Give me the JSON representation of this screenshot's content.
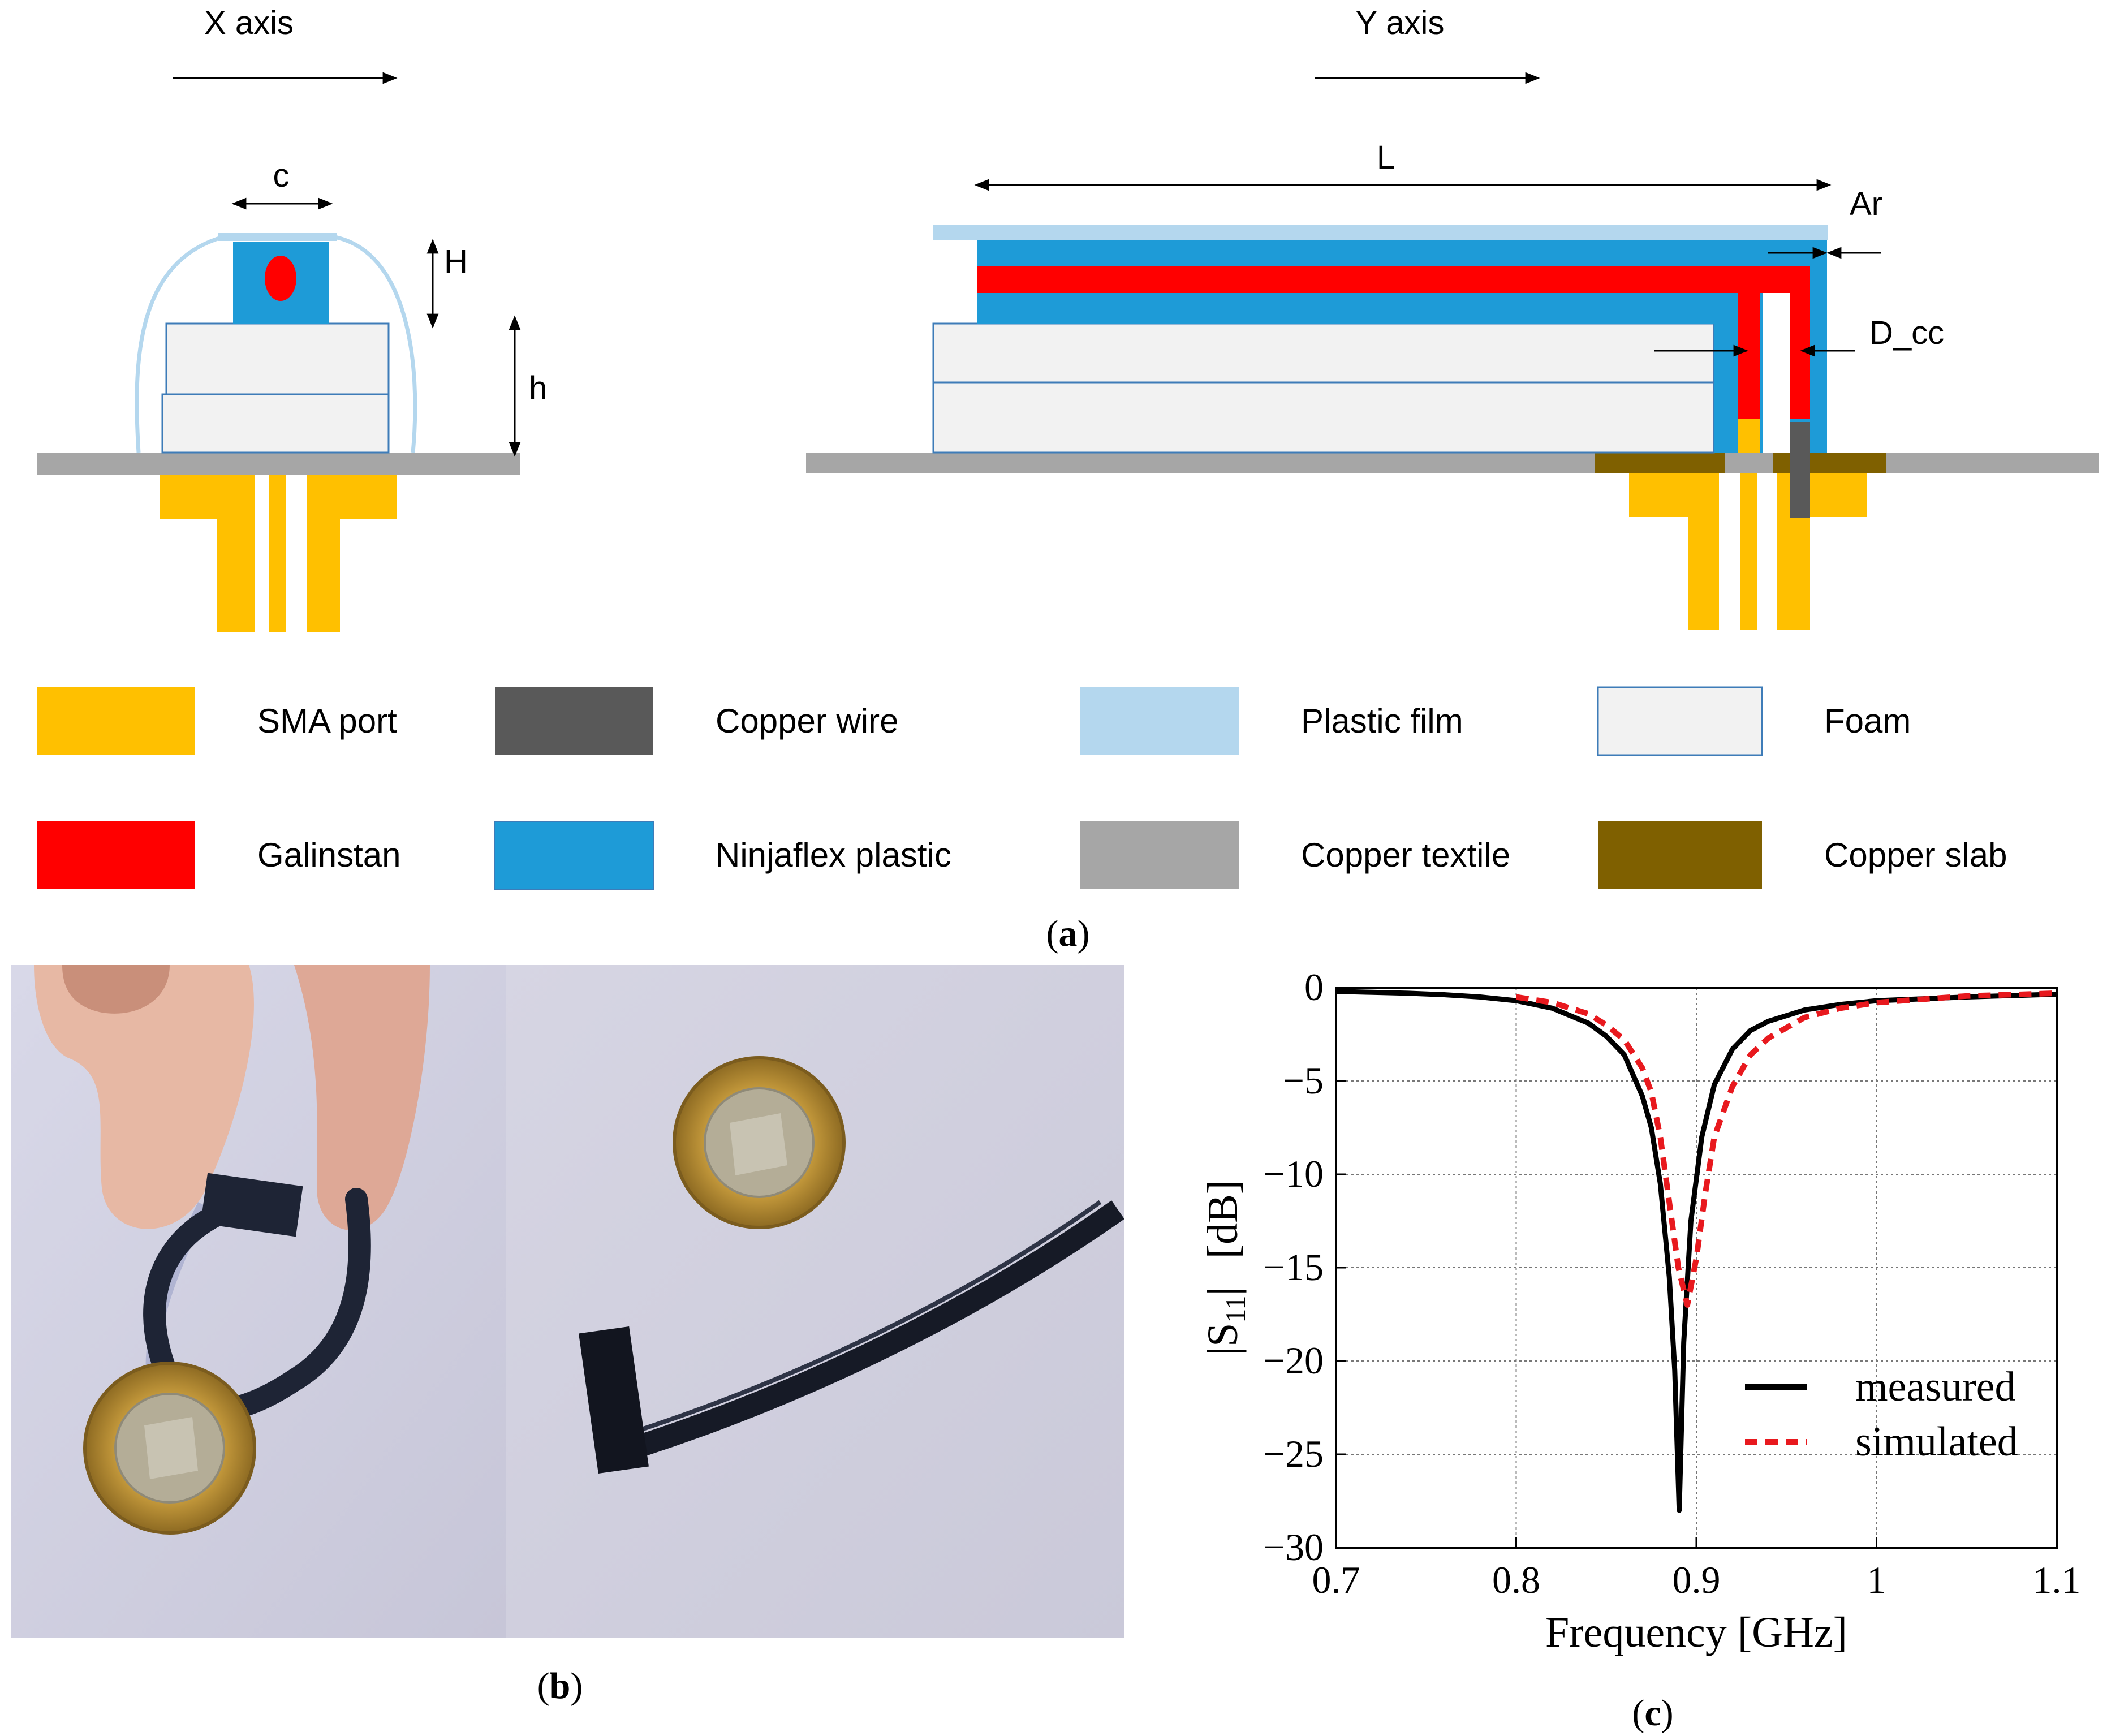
{
  "diagram": {
    "x_axis_label": "X axis",
    "y_axis_label": "Y axis",
    "dims": {
      "c": "c",
      "H": "H",
      "h": "h",
      "L": "L",
      "Ar": "Ar",
      "D_cc": "D_cc"
    }
  },
  "legend": [
    {
      "label": "SMA port",
      "color": "#FFC000"
    },
    {
      "label": "Copper wire",
      "color": "#595959"
    },
    {
      "label": "Plastic film",
      "color": "#B4D7EE"
    },
    {
      "label": "Foam",
      "color": "#F2F2F2"
    },
    {
      "label": "Galinstan",
      "color": "#FF0000"
    },
    {
      "label": "Ninjaflex plastic",
      "color": "#1E9BD7"
    },
    {
      "label": "Copper textile",
      "color": "#A6A6A6"
    },
    {
      "label": "Copper slab",
      "color": "#7F6000"
    }
  ],
  "captions": {
    "a": "a",
    "b": "b",
    "c": "c"
  },
  "photo": {
    "description_icons": [
      "hand-holding-bent-antenna",
      "euro-coin",
      "straight-antenna-with-coin"
    ]
  },
  "chart_data": {
    "type": "line",
    "xlabel": "Frequency [GHz]",
    "ylabel": "|S11|   [dB]",
    "ylabel_parts": {
      "main": "|S",
      "sub": "11",
      "end": "|",
      "unit": "[dB]"
    },
    "xlim": [
      0.7,
      1.1
    ],
    "ylim": [
      -30,
      0
    ],
    "xticks": [
      0.7,
      0.8,
      0.9,
      1,
      1.1
    ],
    "xtick_labels": [
      "0.7",
      "0.8",
      "0.9",
      "1",
      "1.1"
    ],
    "yticks": [
      0,
      -5,
      -10,
      -15,
      -20,
      -25,
      -30
    ],
    "ytick_labels": [
      "0",
      "−5",
      "−10",
      "−15",
      "−20",
      "−25",
      "−30"
    ],
    "grid": true,
    "legend_position": "bottom-right",
    "series": [
      {
        "name": "measured",
        "color": "#000000",
        "dash": "solid",
        "x": [
          0.7,
          0.72,
          0.74,
          0.76,
          0.78,
          0.8,
          0.82,
          0.84,
          0.85,
          0.86,
          0.87,
          0.875,
          0.88,
          0.885,
          0.888,
          0.8905,
          0.893,
          0.897,
          0.903,
          0.91,
          0.92,
          0.93,
          0.94,
          0.96,
          0.98,
          1.0,
          1.05,
          1.1
        ],
        "y": [
          -0.2,
          -0.25,
          -0.3,
          -0.38,
          -0.5,
          -0.7,
          -1.1,
          -1.9,
          -2.6,
          -3.6,
          -5.8,
          -7.5,
          -10.5,
          -15.5,
          -20.5,
          -28,
          -19,
          -12.5,
          -8,
          -5.2,
          -3.3,
          -2.3,
          -1.8,
          -1.2,
          -0.9,
          -0.7,
          -0.5,
          -0.35
        ]
      },
      {
        "name": "simulated",
        "color": "#E8191E",
        "dash": "dashed",
        "x": [
          0.8,
          0.82,
          0.84,
          0.85,
          0.86,
          0.87,
          0.875,
          0.88,
          0.885,
          0.89,
          0.895,
          0.9,
          0.905,
          0.91,
          0.92,
          0.93,
          0.94,
          0.96,
          0.98,
          1.0,
          1.05,
          1.1
        ],
        "y": [
          -0.5,
          -0.8,
          -1.4,
          -2.0,
          -2.8,
          -4.3,
          -5.6,
          -8.0,
          -11.5,
          -15.0,
          -17.0,
          -14.5,
          -11.0,
          -8.0,
          -5.3,
          -3.6,
          -2.7,
          -1.6,
          -1.1,
          -0.8,
          -0.45,
          -0.3
        ]
      }
    ]
  }
}
